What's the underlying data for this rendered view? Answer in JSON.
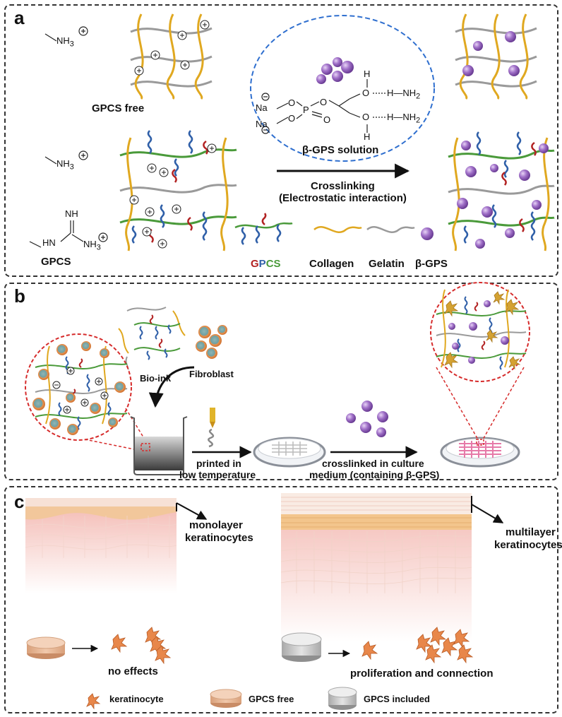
{
  "panel_a": {
    "label": "a",
    "ammonium": "NH",
    "ammonium_sub": "3",
    "gpcs_free": "GPCS free",
    "gpcs": "GPCS",
    "guanidine_nh": "NH",
    "guanidine_hn": "HN",
    "guanidine_nh3": "NH",
    "solution_label": "β-GPS solution",
    "na1": "Na",
    "na2": "Na",
    "o_labels": [
      "O",
      "O",
      "O",
      "O",
      "O",
      "O"
    ],
    "p_label": "P",
    "h_labels": [
      "H",
      "H"
    ],
    "hnh2_1": "H—NH",
    "hnh2_2": "H—NH",
    "process_line1": "Crosslinking",
    "process_line2": "(Electrostatic interaction)",
    "legend_gpcs": {
      "g": "G",
      "p": "P",
      "cs": "CS"
    },
    "legend_collagen": "Collagen",
    "legend_gelatin": "Gelatin",
    "legend_bgps": "β-GPS"
  },
  "panel_b": {
    "label": "b",
    "bioink": "Bio-ink",
    "fibroblast": "Fibroblast",
    "step1_line1": "printed in",
    "step1_line2": "low temperature",
    "step2_line1": "crosslinked in culture",
    "step2_line2": "medium (containing β-GPS)"
  },
  "panel_c": {
    "label": "c",
    "mono_line1": "monolayer",
    "mono_line2": "keratinocytes",
    "multi_line1": "multilayer",
    "multi_line2": "keratinocytes",
    "no_effects": "no effects",
    "proliferation": "proliferation and connection",
    "legend_keratinocyte": "keratinocyte",
    "legend_gpcs_free": "GPCS free",
    "legend_gpcs_included": "GPCS included"
  },
  "colors": {
    "collagen": "#e0a820",
    "gelatin": "#9a9a9a",
    "chitosan": "#4a9a3a",
    "guanidine_red": "#b22222",
    "peg_blue": "#2f5fa8",
    "bgps_purple": "#a070c8",
    "circle_red": "#d62c2c",
    "oval_blue": "#2f6fcf",
    "skin_pink": "#f6c8c4",
    "keratinocyte_orange": "#e8874a"
  }
}
